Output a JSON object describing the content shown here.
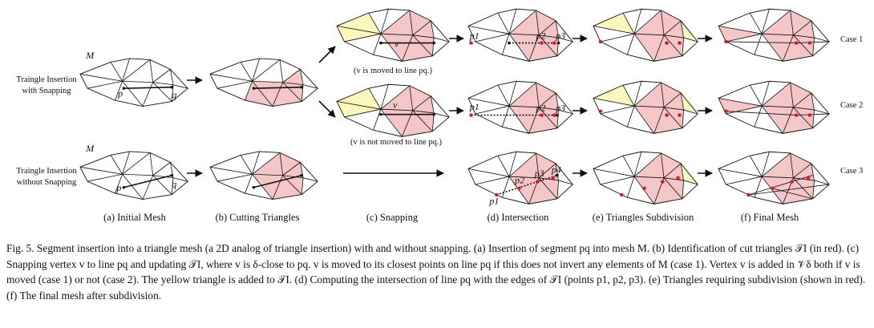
{
  "row_labels": {
    "with_snapping": [
      "Traingle Insertion",
      "with Snapping"
    ],
    "without_snapping": [
      "Traingle Insertion",
      "without Snapping"
    ]
  },
  "subfigure_labels": [
    "(a) Initial Mesh",
    "(b) Cutting Triangles",
    "(c) Snapping",
    "(d) Intersection",
    "(e) Triangles Subdivision",
    "(f) Final Mesh"
  ],
  "case_labels": [
    "Case 1",
    "Case 2",
    "Case 3"
  ],
  "snap_notes": {
    "moved": "(v is moved to line pq.)",
    "not_moved": "(v is not moved to line pq.)"
  },
  "mesh_symbols": {
    "mesh": "M",
    "p": "p",
    "q": "q",
    "v": "v",
    "p1": "p1",
    "p2": "p2",
    "p3": "p3",
    "p4": "p4"
  },
  "colors": {
    "cut_fill": "#f5c6c8",
    "added_fill": "#fcf8bd",
    "point_red": "#e0141b",
    "stroke": "#111111"
  },
  "caption": "Fig. 5.  Segment insertion into a triangle mesh (a 2D analog of triangle insertion) with and without snapping. (a) Insertion of segment pq into mesh M. (b) Identification of cut triangles 𝒯I (in red). (c) Snapping vertex v to line pq and updating 𝒯I, where v is δ-close to pq. v is moved to its closest points on line pq if this does not invert any elements of M (case 1). Vertex v is added in 𝒱δ both if v is moved (case 1) or not (case 2). The yellow triangle is added to 𝒯I. (d) Computing the intersection of line pq with the edges of 𝒯I (points p1, p2, p3). (e) Triangles requiring subdivision (shown in red). (f) The final mesh after subdivision."
}
